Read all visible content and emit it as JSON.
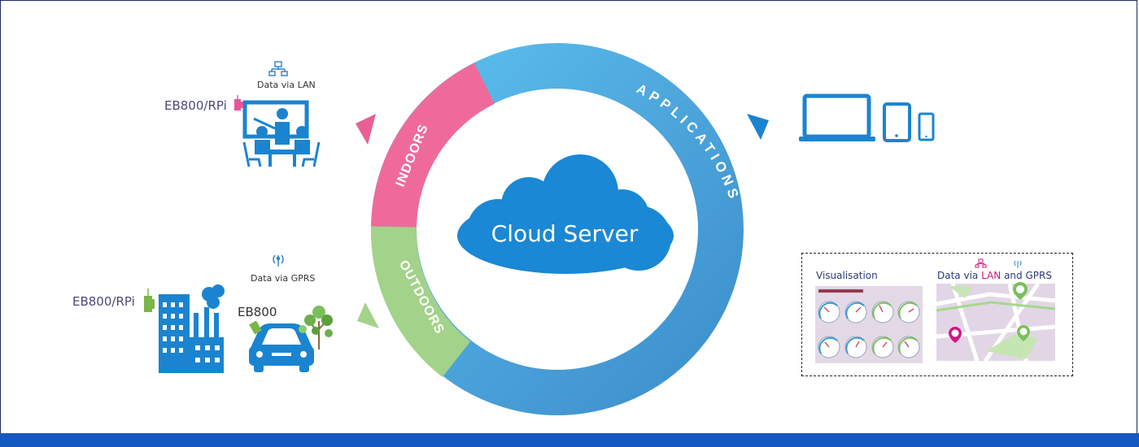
{
  "center": {
    "label": "Cloud Server"
  },
  "ring": {
    "indoors": "INDOORS",
    "outdoors": "OUTDOORS",
    "applications": "APPLICATIONS"
  },
  "indoor": {
    "lan_caption": "Data via LAN",
    "device_label": "EB800/RPi"
  },
  "outdoor": {
    "gprs_caption": "Data via  GPRS",
    "building_device_label": "EB800/RPi",
    "car_device_label": "EB800"
  },
  "apps": {
    "visualisation_title": "Visualisation",
    "map_title_prefix": "Data via",
    "map_title_lan": "LAN",
    "map_title_and": "and",
    "map_title_gprs": "GPRS"
  },
  "colors": {
    "ring_blue": "#4aa8de",
    "indoors_pink": "#ef6a9a",
    "outdoors_green": "#a3d28a",
    "cloud_blue": "#1a88d4",
    "icon_blue": "#1b84d0",
    "bar_blue": "#1558c0"
  }
}
